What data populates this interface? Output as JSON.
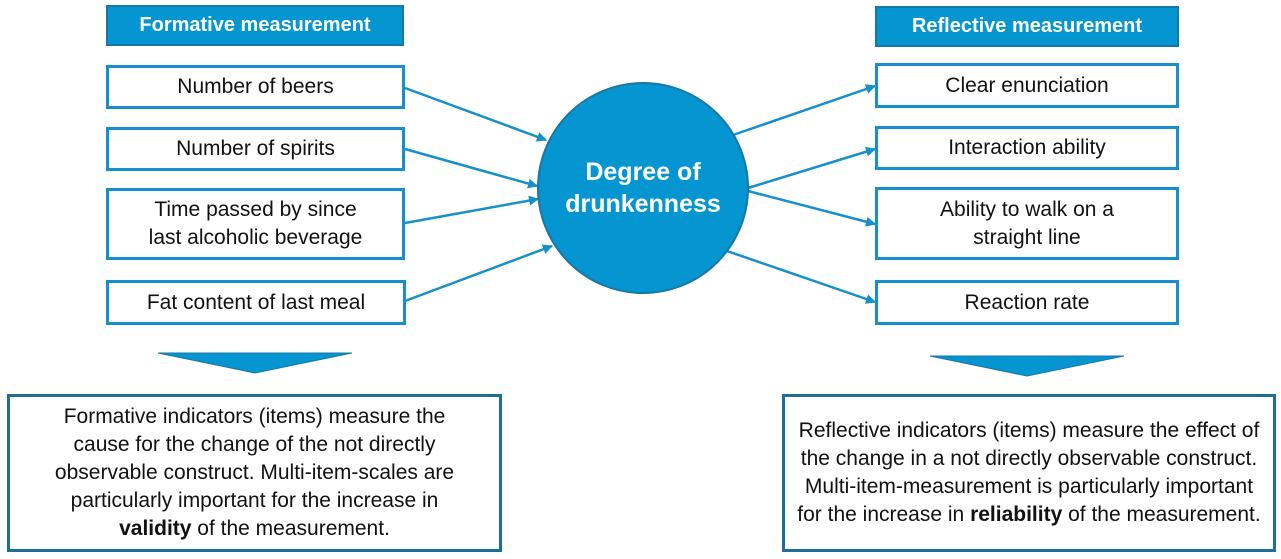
{
  "formative": {
    "header": "Formative measurement",
    "items": [
      "Number of beers",
      "Number of spirits",
      "Time passed by since last alcoholic beverage",
      "Fat content of last meal"
    ],
    "summary": {
      "before": "Formative indicators (items) measure the cause for the change of the not directly observable construct. Multi-item-scales are particularly important for the increase in ",
      "bold": "validity",
      "after": " of the measurement."
    }
  },
  "construct": {
    "label": "Degree of drunkenness"
  },
  "reflective": {
    "header": "Reflective measurement",
    "items": [
      "Clear enunciation",
      "Interaction ability",
      "Ability to walk on a straight line",
      "Reaction rate"
    ],
    "summary": {
      "before": "Reflective indicators (items) measure the effect of the change in a not directly observable construct. Multi-item-measurement is particularly important for the increase in ",
      "bold": "reliability",
      "after": " of the measurement."
    }
  },
  "colors": {
    "accent": "#0595d1",
    "border_dark": "#1878a5",
    "line": "#1590cc"
  }
}
